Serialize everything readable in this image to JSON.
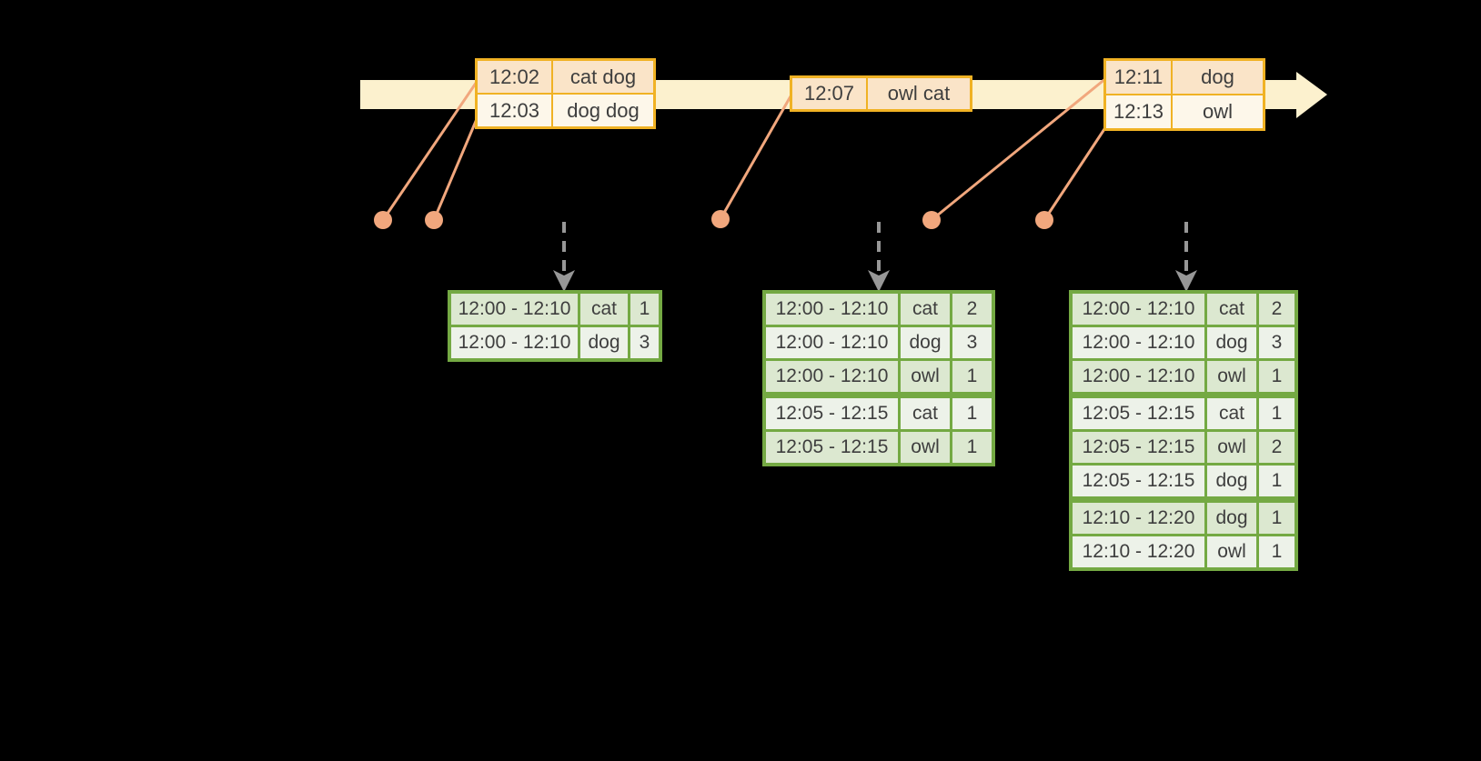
{
  "palette": {
    "background": "#000000",
    "timeline_band": "#fcf1ce",
    "event_table_border": "#f0b224",
    "event_row_dark": "#fae4c8",
    "event_row_light": "#fdf7ea",
    "result_table_border": "#74a943",
    "result_row_dark": "#dce8d0",
    "result_row_light": "#edf2e9",
    "connector_orange": "#f1a77d",
    "trigger_arrow_gray": "#979797",
    "table_text": "#3e3e3e"
  },
  "timeline": {
    "direction": "left-to-right",
    "event_dot_count": 5
  },
  "event_tables": [
    {
      "rows": [
        {
          "time": "12:02",
          "words": "cat dog"
        },
        {
          "time": "12:03",
          "words": "dog dog"
        }
      ]
    },
    {
      "rows": [
        {
          "time": "12:07",
          "words": "owl cat"
        }
      ]
    },
    {
      "rows": [
        {
          "time": "12:11",
          "words": "dog"
        },
        {
          "time": "12:13",
          "words": "owl"
        }
      ]
    }
  ],
  "result_tables": [
    {
      "group_breaks": [],
      "rows": [
        {
          "window": "12:00 - 12:10",
          "word": "cat",
          "count": "1"
        },
        {
          "window": "12:00 - 12:10",
          "word": "dog",
          "count": "3"
        }
      ]
    },
    {
      "group_breaks": [
        2
      ],
      "rows": [
        {
          "window": "12:00 - 12:10",
          "word": "cat",
          "count": "2"
        },
        {
          "window": "12:00 - 12:10",
          "word": "dog",
          "count": "3"
        },
        {
          "window": "12:00 - 12:10",
          "word": "owl",
          "count": "1"
        },
        {
          "window": "12:05 - 12:15",
          "word": "cat",
          "count": "1"
        },
        {
          "window": "12:05 - 12:15",
          "word": "owl",
          "count": "1"
        }
      ]
    },
    {
      "group_breaks": [
        2,
        5
      ],
      "rows": [
        {
          "window": "12:00 - 12:10",
          "word": "cat",
          "count": "2"
        },
        {
          "window": "12:00 - 12:10",
          "word": "dog",
          "count": "3"
        },
        {
          "window": "12:00 - 12:10",
          "word": "owl",
          "count": "1"
        },
        {
          "window": "12:05 - 12:15",
          "word": "cat",
          "count": "1"
        },
        {
          "window": "12:05 - 12:15",
          "word": "owl",
          "count": "2"
        },
        {
          "window": "12:05 - 12:15",
          "word": "dog",
          "count": "1"
        },
        {
          "window": "12:10 - 12:20",
          "word": "dog",
          "count": "1"
        },
        {
          "window": "12:10 - 12:20",
          "word": "owl",
          "count": "1"
        }
      ]
    }
  ]
}
